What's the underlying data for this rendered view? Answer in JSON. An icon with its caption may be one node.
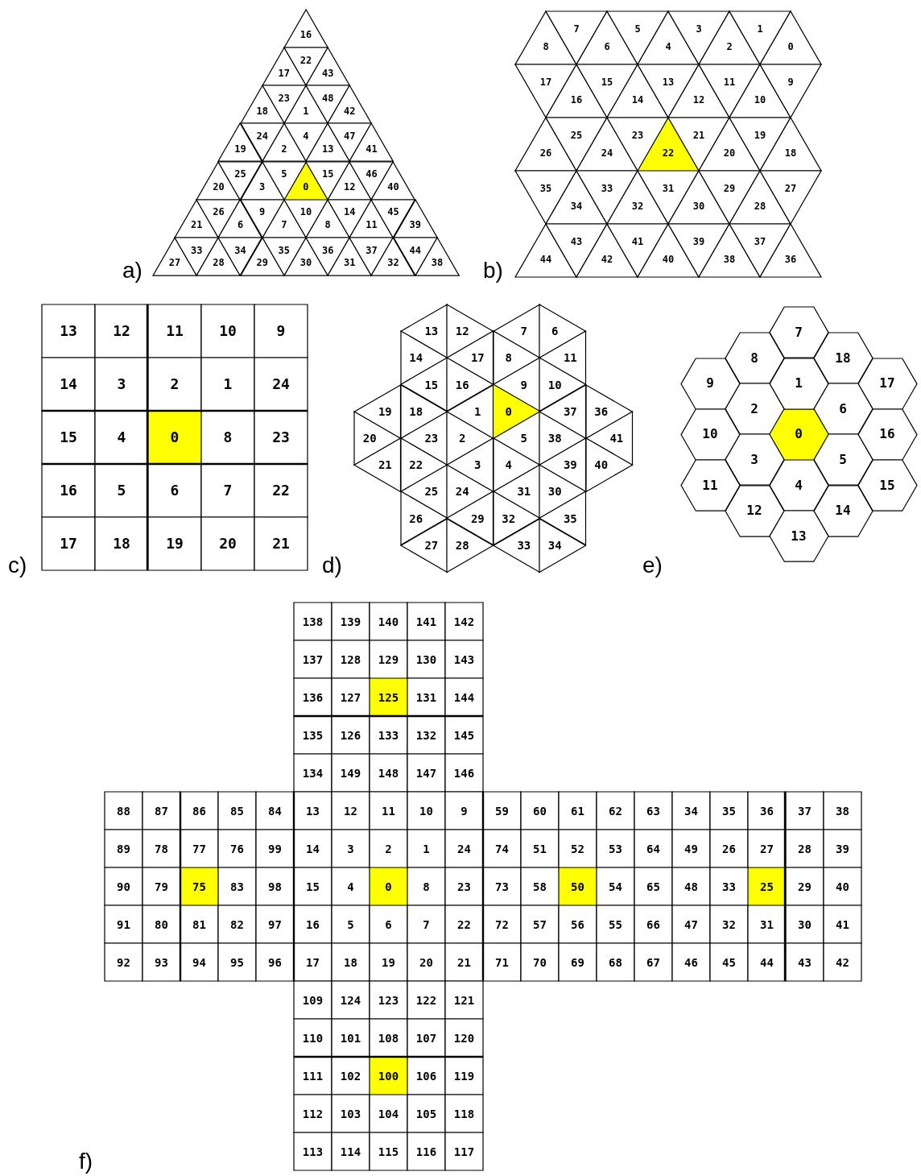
{
  "diagram": {
    "nodes": [
      {
        "text": [
          "16"
        ]
      },
      {
        "text": [
          "17"
        ]
      },
      {
        "text": [
          "22"
        ]
      },
      {
        "text": [
          "43"
        ]
      },
      {
        "text": [
          "18"
        ]
      },
      {
        "text": [
          "23"
        ]
      },
      {
        "text": [
          "1"
        ]
      },
      {
        "text": [
          "48"
        ]
      },
      {
        "text": [
          "42"
        ]
      },
      {
        "text": [
          "19"
        ]
      },
      {
        "text": [
          "24"
        ]
      },
      {
        "text": [
          "2"
        ]
      },
      {
        "text": [
          "4"
        ]
      },
      {
        "text": [
          "13"
        ]
      },
      {
        "text": [
          "47"
        ]
      },
      {
        "text": [
          "41"
        ]
      },
      {
        "text": [
          "20"
        ]
      },
      {
        "text": [
          "25"
        ]
      },
      {
        "text": [
          "3"
        ]
      },
      {
        "text": [
          "5"
        ]
      },
      {
        "text": [
          "0"
        ]
      },
      {
        "text": [
          "15"
        ]
      },
      {
        "text": [
          "12"
        ]
      },
      {
        "text": [
          "46"
        ]
      },
      {
        "text": [
          "40"
        ]
      },
      {
        "text": [
          "21"
        ]
      },
      {
        "text": [
          "26"
        ]
      },
      {
        "text": [
          "6"
        ]
      },
      {
        "text": [
          "9"
        ]
      },
      {
        "text": [
          "7"
        ]
      },
      {
        "text": [
          "10"
        ]
      },
      {
        "text": [
          "8"
        ]
      },
      {
        "text": [
          "14"
        ]
      },
      {
        "text": [
          "11"
        ]
      },
      {
        "text": [
          "45"
        ]
      },
      {
        "text": [
          "39"
        ]
      },
      {
        "text": [
          "27"
        ]
      },
      {
        "text": [
          "33"
        ]
      },
      {
        "text": [
          "28"
        ]
      },
      {
        "text": [
          "34"
        ]
      },
      {
        "text": [
          "29"
        ]
      },
      {
        "text": [
          "35"
        ]
      },
      {
        "text": [
          "30"
        ]
      },
      {
        "text": [
          "36"
        ]
      },
      {
        "text": [
          "31"
        ]
      },
      {
        "text": [
          "37"
        ]
      },
      {
        "text": [
          "32"
        ]
      },
      {
        "text": [
          "44"
        ]
      },
      {
        "text": [
          "38"
        ]
      },
      {
        "text": [
          "8"
        ]
      },
      {
        "text": [
          "7"
        ]
      },
      {
        "text": [
          "6"
        ]
      },
      {
        "text": [
          "5"
        ]
      },
      {
        "text": [
          "4"
        ]
      },
      {
        "text": [
          "3"
        ]
      },
      {
        "text": [
          "2"
        ]
      },
      {
        "text": [
          "1"
        ]
      },
      {
        "text": [
          "0"
        ]
      },
      {
        "text": [
          "17"
        ]
      },
      {
        "text": [
          "16"
        ]
      },
      {
        "text": [
          "15"
        ]
      },
      {
        "text": [
          "14"
        ]
      },
      {
        "text": [
          "13"
        ]
      },
      {
        "text": [
          "12"
        ]
      },
      {
        "text": [
          "11"
        ]
      },
      {
        "text": [
          "10"
        ]
      },
      {
        "text": [
          "9"
        ]
      },
      {
        "text": [
          "26"
        ]
      },
      {
        "text": [
          "25"
        ]
      },
      {
        "text": [
          "24"
        ]
      },
      {
        "text": [
          "23"
        ]
      },
      {
        "text": [
          "22"
        ]
      },
      {
        "text": [
          "21"
        ]
      },
      {
        "text": [
          "20"
        ]
      },
      {
        "text": [
          "19"
        ]
      },
      {
        "text": [
          "18"
        ]
      },
      {
        "text": [
          "35"
        ]
      },
      {
        "text": [
          "34"
        ]
      },
      {
        "text": [
          "33"
        ]
      },
      {
        "text": [
          "32"
        ]
      },
      {
        "text": [
          "31"
        ]
      },
      {
        "text": [
          "30"
        ]
      },
      {
        "text": [
          "29"
        ]
      },
      {
        "text": [
          "28"
        ]
      },
      {
        "text": [
          "27"
        ]
      },
      {
        "text": [
          "44"
        ]
      },
      {
        "text": [
          "43"
        ]
      },
      {
        "text": [
          "42"
        ]
      },
      {
        "text": [
          "41"
        ]
      },
      {
        "text": [
          "40"
        ]
      },
      {
        "text": [
          "39"
        ]
      },
      {
        "text": [
          "38"
        ]
      },
      {
        "text": [
          "37"
        ]
      },
      {
        "text": [
          "36"
        ]
      },
      {
        "text": [
          "13"
        ]
      },
      {
        "text": [
          "12"
        ]
      },
      {
        "text": [
          "11"
        ]
      },
      {
        "text": [
          "10"
        ]
      },
      {
        "text": [
          "9"
        ]
      },
      {
        "text": [
          "14"
        ]
      },
      {
        "text": [
          "3"
        ]
      },
      {
        "text": [
          "2"
        ]
      },
      {
        "text": [
          "1"
        ]
      },
      {
        "text": [
          "24"
        ]
      },
      {
        "text": [
          "15"
        ]
      },
      {
        "text": [
          "4"
        ]
      },
      {
        "text": [
          "0"
        ]
      },
      {
        "text": [
          "8"
        ]
      },
      {
        "text": [
          "23"
        ]
      },
      {
        "text": [
          "16"
        ]
      },
      {
        "text": [
          "5"
        ]
      },
      {
        "text": [
          "6"
        ]
      },
      {
        "text": [
          "7"
        ]
      },
      {
        "text": [
          "22"
        ]
      },
      {
        "text": [
          "17"
        ]
      },
      {
        "text": [
          "18"
        ]
      },
      {
        "text": [
          "19"
        ]
      },
      {
        "text": [
          "20"
        ]
      },
      {
        "text": [
          "21"
        ]
      },
      {
        "text": [
          "13"
        ]
      },
      {
        "text": [
          "12"
        ]
      },
      {
        "text": [
          "7"
        ]
      },
      {
        "text": [
          "6"
        ]
      },
      {
        "text": [
          "14"
        ]
      },
      {
        "text": [
          "17"
        ]
      },
      {
        "text": [
          "8"
        ]
      },
      {
        "text": [
          "11"
        ]
      },
      {
        "text": [
          "15"
        ]
      },
      {
        "text": [
          "16"
        ]
      },
      {
        "text": [
          "9"
        ]
      },
      {
        "text": [
          "10"
        ]
      },
      {
        "text": [
          "19"
        ]
      },
      {
        "text": [
          "18"
        ]
      },
      {
        "text": [
          "1"
        ]
      },
      {
        "text": [
          "0"
        ]
      },
      {
        "text": [
          "37"
        ]
      },
      {
        "text": [
          "36"
        ]
      },
      {
        "text": [
          "20"
        ]
      },
      {
        "text": [
          "23"
        ]
      },
      {
        "text": [
          "2"
        ]
      },
      {
        "text": [
          "5"
        ]
      },
      {
        "text": [
          "38"
        ]
      },
      {
        "text": [
          "41"
        ]
      },
      {
        "text": [
          "21"
        ]
      },
      {
        "text": [
          "22"
        ]
      },
      {
        "text": [
          "3"
        ]
      },
      {
        "text": [
          "4"
        ]
      },
      {
        "text": [
          "39"
        ]
      },
      {
        "text": [
          "40"
        ]
      },
      {
        "text": [
          "25"
        ]
      },
      {
        "text": [
          "24"
        ]
      },
      {
        "text": [
          "31"
        ]
      },
      {
        "text": [
          "30"
        ]
      },
      {
        "text": [
          "26"
        ]
      },
      {
        "text": [
          "29"
        ]
      },
      {
        "text": [
          "32"
        ]
      },
      {
        "text": [
          "35"
        ]
      },
      {
        "text": [
          "27"
        ]
      },
      {
        "text": [
          "28"
        ]
      },
      {
        "text": [
          "33"
        ]
      },
      {
        "text": [
          "34"
        ]
      },
      {
        "text": [
          "7"
        ]
      },
      {
        "text": [
          "8"
        ]
      },
      {
        "text": [
          "18"
        ]
      },
      {
        "text": [
          "9"
        ]
      },
      {
        "text": [
          "1"
        ]
      },
      {
        "text": [
          "17"
        ]
      },
      {
        "text": [
          "2"
        ]
      },
      {
        "text": [
          "6"
        ]
      },
      {
        "text": [
          "10"
        ]
      },
      {
        "text": [
          "0"
        ]
      },
      {
        "text": [
          "16"
        ]
      },
      {
        "text": [
          "3"
        ]
      },
      {
        "text": [
          "5"
        ]
      },
      {
        "text": [
          "11"
        ]
      },
      {
        "text": [
          "4"
        ]
      },
      {
        "text": [
          "15"
        ]
      },
      {
        "text": [
          "12"
        ]
      },
      {
        "text": [
          "14"
        ]
      },
      {
        "text": [
          "13"
        ]
      },
      {
        "text": [
          "138"
        ]
      },
      {
        "text": [
          "139"
        ]
      },
      {
        "text": [
          "140"
        ]
      },
      {
        "text": [
          "141"
        ]
      },
      {
        "text": [
          "142"
        ]
      },
      {
        "text": [
          "137"
        ]
      },
      {
        "text": [
          "128"
        ]
      },
      {
        "text": [
          "129"
        ]
      },
      {
        "text": [
          "130"
        ]
      },
      {
        "text": [
          "143"
        ]
      },
      {
        "text": [
          "136"
        ]
      },
      {
        "text": [
          "127"
        ]
      },
      {
        "text": [
          "125"
        ]
      },
      {
        "text": [
          "131"
        ]
      },
      {
        "text": [
          "144"
        ]
      },
      {
        "text": [
          "135"
        ]
      },
      {
        "text": [
          "126"
        ]
      },
      {
        "text": [
          "133"
        ]
      },
      {
        "text": [
          "132"
        ]
      },
      {
        "text": [
          "145"
        ]
      },
      {
        "text": [
          "134"
        ]
      },
      {
        "text": [
          "149"
        ]
      },
      {
        "text": [
          "148"
        ]
      },
      {
        "text": [
          "147"
        ]
      },
      {
        "text": [
          "146"
        ]
      },
      {
        "text": [
          "88"
        ]
      },
      {
        "text": [
          "87"
        ]
      },
      {
        "text": [
          "86"
        ]
      },
      {
        "text": [
          "85"
        ]
      },
      {
        "text": [
          "84"
        ]
      },
      {
        "text": [
          "13"
        ]
      },
      {
        "text": [
          "12"
        ]
      },
      {
        "text": [
          "11"
        ]
      },
      {
        "text": [
          "10"
        ]
      },
      {
        "text": [
          "9"
        ]
      },
      {
        "text": [
          "59"
        ]
      },
      {
        "text": [
          "60"
        ]
      },
      {
        "text": [
          "61"
        ]
      },
      {
        "text": [
          "62"
        ]
      },
      {
        "text": [
          "63"
        ]
      },
      {
        "text": [
          "34"
        ]
      },
      {
        "text": [
          "35"
        ]
      },
      {
        "text": [
          "36"
        ]
      },
      {
        "text": [
          "37"
        ]
      },
      {
        "text": [
          "38"
        ]
      },
      {
        "text": [
          "89"
        ]
      },
      {
        "text": [
          "78"
        ]
      },
      {
        "text": [
          "77"
        ]
      },
      {
        "text": [
          "76"
        ]
      },
      {
        "text": [
          "99"
        ]
      },
      {
        "text": [
          "14"
        ]
      },
      {
        "text": [
          "3"
        ]
      },
      {
        "text": [
          "2"
        ]
      },
      {
        "text": [
          "1"
        ]
      },
      {
        "text": [
          "24"
        ]
      },
      {
        "text": [
          "74"
        ]
      },
      {
        "text": [
          "51"
        ]
      },
      {
        "text": [
          "52"
        ]
      },
      {
        "text": [
          "53"
        ]
      },
      {
        "text": [
          "64"
        ]
      },
      {
        "text": [
          "49"
        ]
      },
      {
        "text": [
          "26"
        ]
      },
      {
        "text": [
          "27"
        ]
      },
      {
        "text": [
          "28"
        ]
      },
      {
        "text": [
          "39"
        ]
      },
      {
        "text": [
          "90"
        ]
      },
      {
        "text": [
          "79"
        ]
      },
      {
        "text": [
          "75"
        ]
      },
      {
        "text": [
          "83"
        ]
      },
      {
        "text": [
          "98"
        ]
      },
      {
        "text": [
          "15"
        ]
      },
      {
        "text": [
          "4"
        ]
      },
      {
        "text": [
          "0"
        ]
      },
      {
        "text": [
          "8"
        ]
      },
      {
        "text": [
          "23"
        ]
      },
      {
        "text": [
          "73"
        ]
      },
      {
        "text": [
          "58"
        ]
      },
      {
        "text": [
          "50"
        ]
      },
      {
        "text": [
          "54"
        ]
      },
      {
        "text": [
          "65"
        ]
      },
      {
        "text": [
          "48"
        ]
      },
      {
        "text": [
          "33"
        ]
      },
      {
        "text": [
          "25"
        ]
      },
      {
        "text": [
          "29"
        ]
      },
      {
        "text": [
          "40"
        ]
      },
      {
        "text": [
          "91"
        ]
      },
      {
        "text": [
          "80"
        ]
      },
      {
        "text": [
          "81"
        ]
      },
      {
        "text": [
          "82"
        ]
      },
      {
        "text": [
          "97"
        ]
      },
      {
        "text": [
          "16"
        ]
      },
      {
        "text": [
          "5"
        ]
      },
      {
        "text": [
          "6"
        ]
      },
      {
        "text": [
          "7"
        ]
      },
      {
        "text": [
          "22"
        ]
      },
      {
        "text": [
          "72"
        ]
      },
      {
        "text": [
          "57"
        ]
      },
      {
        "text": [
          "56"
        ]
      },
      {
        "text": [
          "55"
        ]
      },
      {
        "text": [
          "66"
        ]
      },
      {
        "text": [
          "47"
        ]
      },
      {
        "text": [
          "32"
        ]
      },
      {
        "text": [
          "31"
        ]
      },
      {
        "text": [
          "30"
        ]
      },
      {
        "text": [
          "41"
        ]
      },
      {
        "text": [
          "92"
        ]
      },
      {
        "text": [
          "93"
        ]
      },
      {
        "text": [
          "94"
        ]
      },
      {
        "text": [
          "95"
        ]
      },
      {
        "text": [
          "96"
        ]
      },
      {
        "text": [
          "17"
        ]
      },
      {
        "text": [
          "18"
        ]
      },
      {
        "text": [
          "19"
        ]
      },
      {
        "text": [
          "20"
        ]
      },
      {
        "text": [
          "21"
        ]
      },
      {
        "text": [
          "71"
        ]
      },
      {
        "text": [
          "70"
        ]
      },
      {
        "text": [
          "69"
        ]
      },
      {
        "text": [
          "68"
        ]
      },
      {
        "text": [
          "67"
        ]
      },
      {
        "text": [
          "46"
        ]
      },
      {
        "text": [
          "45"
        ]
      },
      {
        "text": [
          "44"
        ]
      },
      {
        "text": [
          "43"
        ]
      },
      {
        "text": [
          "42"
        ]
      },
      {
        "text": [
          "109"
        ]
      },
      {
        "text": [
          "124"
        ]
      },
      {
        "text": [
          "123"
        ]
      },
      {
        "text": [
          "122"
        ]
      },
      {
        "text": [
          "121"
        ]
      },
      {
        "text": [
          "110"
        ]
      },
      {
        "text": [
          "101"
        ]
      },
      {
        "text": [
          "108"
        ]
      },
      {
        "text": [
          "107"
        ]
      },
      {
        "text": [
          "120"
        ]
      },
      {
        "text": [
          "111"
        ]
      },
      {
        "text": [
          "102"
        ]
      },
      {
        "text": [
          "100"
        ]
      },
      {
        "text": [
          "106"
        ]
      },
      {
        "text": [
          "119"
        ]
      },
      {
        "text": [
          "112"
        ]
      },
      {
        "text": [
          "103"
        ]
      },
      {
        "text": [
          "104"
        ]
      },
      {
        "text": [
          "105"
        ]
      },
      {
        "text": [
          "118"
        ]
      },
      {
        "text": [
          "113"
        ]
      },
      {
        "text": [
          "114"
        ]
      },
      {
        "text": [
          "115"
        ]
      },
      {
        "text": [
          "116"
        ]
      },
      {
        "text": [
          "117"
        ]
      }
    ],
    "labels": [
      "a)",
      "b)",
      "c)",
      "d)",
      "e)",
      "f)"
    ]
  }
}
